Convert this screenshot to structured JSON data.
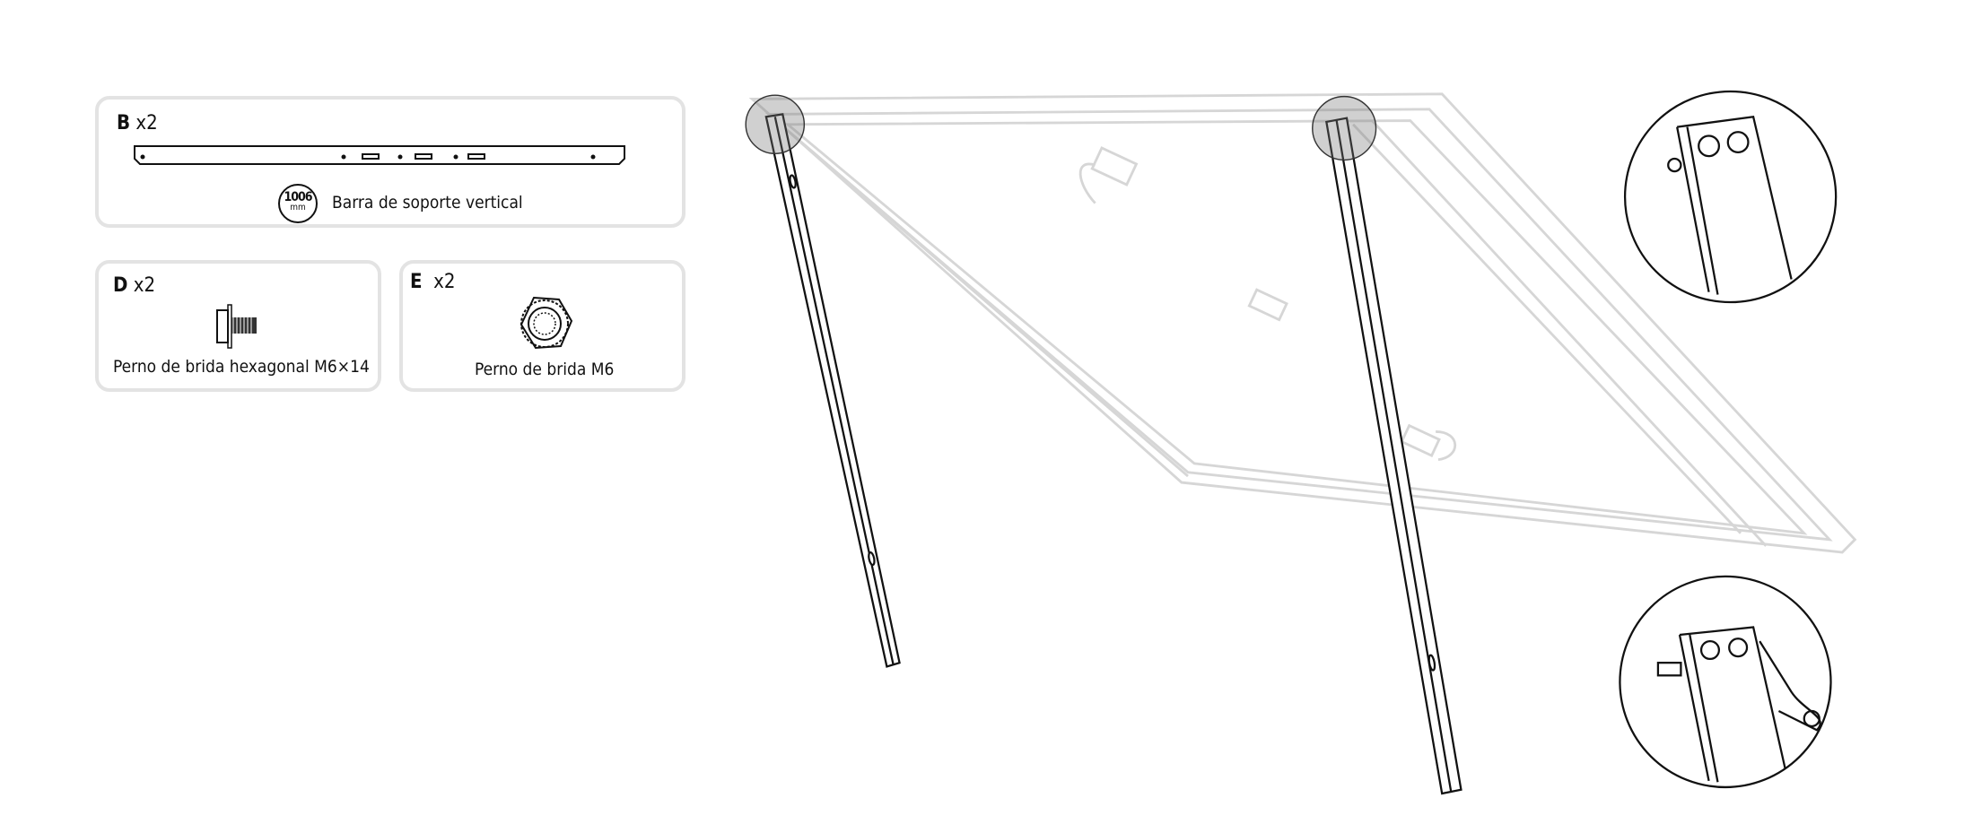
{
  "parts": [
    {
      "letter": "B",
      "qty": "x2",
      "length": "1006",
      "unit": "mm",
      "name": "Barra de soporte vertical"
    },
    {
      "letter": "D",
      "qty": "x2",
      "name": "Perno de brida hexagonal M6×14"
    },
    {
      "letter": "E",
      "qty": "x2",
      "name": "Perno de brida M6"
    }
  ]
}
